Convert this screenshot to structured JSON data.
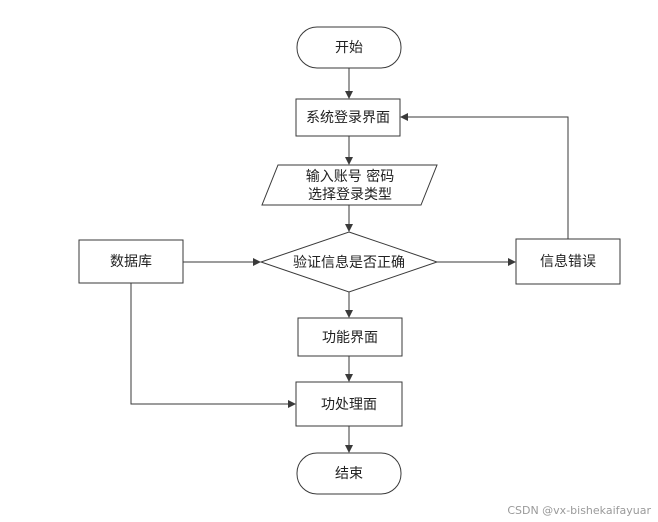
{
  "nodes": {
    "start": "开始",
    "login_screen": "系统登录界面",
    "input_line1": "输入账号 密码",
    "input_line2": "选择登录类型",
    "database": "数据库",
    "verify": "验证信息是否正确",
    "error": "信息错误",
    "function_screen": "功能界面",
    "processing_screen": "功处理面",
    "end": "结束"
  },
  "watermark": "CSDN @vx-bishekaifayuar"
}
